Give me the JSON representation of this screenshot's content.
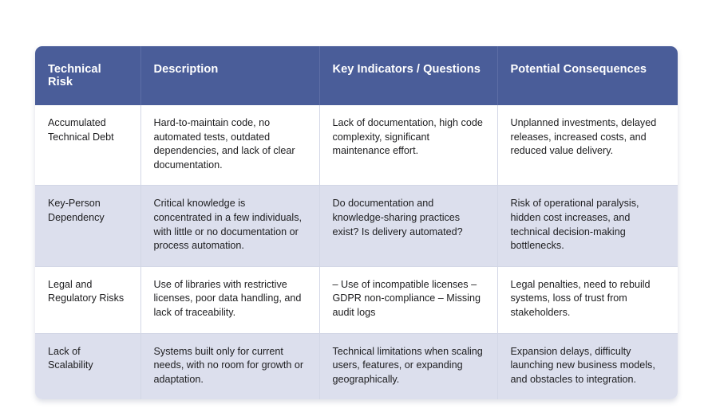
{
  "table": {
    "columns": [
      "Technical Risk",
      "Description",
      "Key Indicators / Questions",
      "Potential Consequences"
    ],
    "rows": [
      {
        "risk": "Accumulated Technical Debt",
        "description": "Hard-to-maintain code, no automated tests, outdated dependencies, and lack of clear documentation.",
        "indicators": "Lack of documentation, high code complexity, significant maintenance effort.",
        "consequences": "Unplanned investments, delayed releases, increased costs, and reduced value delivery."
      },
      {
        "risk": "Key-Person Dependency",
        "description": "Critical knowledge is concentrated in a few individuals, with little or no documentation or process automation.",
        "indicators": "Do documentation and knowledge-sharing practices exist? Is delivery automated?",
        "consequences": "Risk of operational paralysis, hidden cost increases, and technical decision-making bottlenecks."
      },
      {
        "risk": "Legal and Regulatory Risks",
        "description": "Use of libraries with restrictive licenses, poor data handling, and lack of traceability.",
        "indicators": "– Use of incompatible licenses\n– GDPR non-compliance\n– Missing audit logs",
        "consequences": "Legal penalties, need to rebuild systems, loss of trust from stakeholders."
      },
      {
        "risk": "Lack of Scalability",
        "description": "Systems built only for current needs, with no room for growth or adaptation.",
        "indicators": "Technical limitations when scaling users, features, or expanding geographically.",
        "consequences": "Expansion delays, difficulty launching new business models, and obstacles to integration."
      }
    ]
  },
  "colors": {
    "header_background": "#4a5d99",
    "header_text": "#ffffff",
    "row_alt_background": "#dcdfed",
    "row_background": "#ffffff",
    "border": "#d3d7e6",
    "body_text": "#1d1d1f",
    "page_background": "#ffffff"
  }
}
